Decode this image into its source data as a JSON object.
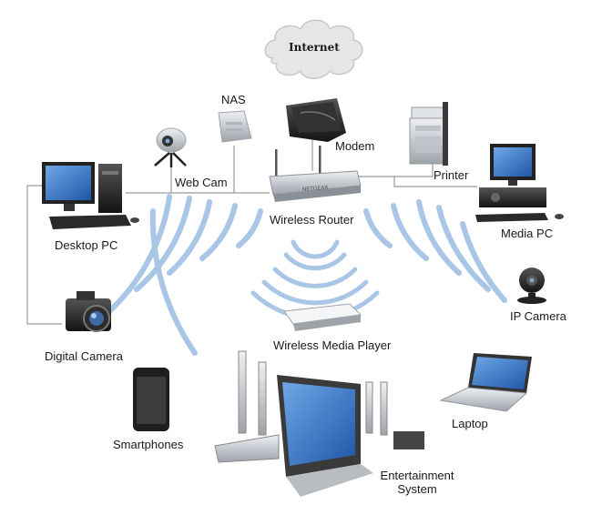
{
  "diagram": {
    "cloud_label": "Internet",
    "labels": {
      "nas": "NAS",
      "modem": "Modem",
      "printer": "Printer",
      "web_cam": "Web Cam",
      "wireless_router": "Wireless Router",
      "desktop_pc": "Desktop PC",
      "media_pc": "Media PC",
      "ip_camera": "IP Camera",
      "wireless_media_player": "Wireless Media Player",
      "digital_camera": "Digital Camera",
      "laptop": "Laptop",
      "smartphones": "Smartphones",
      "entertainment_line1": "Entertainment",
      "entertainment_line2": "System"
    },
    "router_brand": "NETGEAR",
    "colors": {
      "wave": "#a9c6e6",
      "line": "#9a9a9a",
      "screen": "#2f6fc0",
      "device_dark": "#2a2a2a",
      "device_silver": "#c9ccd1"
    },
    "icons": [
      "cloud-icon",
      "modem-icon",
      "router-icon",
      "nas-icon",
      "webcam-icon",
      "printer-icon",
      "desktop-pc-icon",
      "media-pc-icon",
      "ip-camera-icon",
      "media-player-icon",
      "digital-camera-icon",
      "laptop-icon",
      "smartphone-icon",
      "entertainment-system-icon"
    ]
  }
}
